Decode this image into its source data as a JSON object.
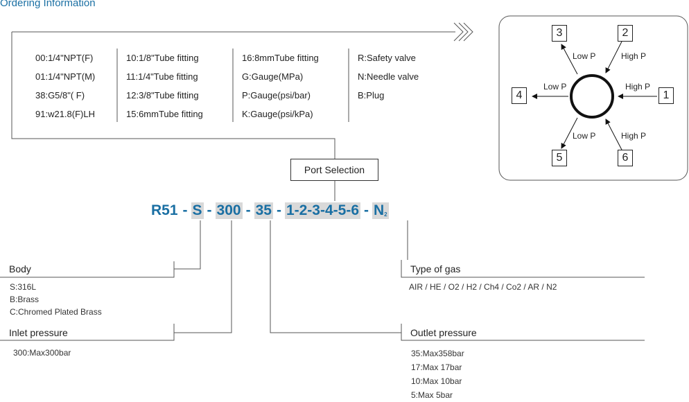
{
  "title": "Ordering Information",
  "port_options": {
    "col1": [
      "00:1/4\"NPT(F)",
      "01:1/4\"NPT(M)",
      "38:G5/8\"( F)",
      "91:w21.8(F)LH"
    ],
    "col2": [
      "10:1/8\"Tube fitting",
      "11:1/4\"Tube fitting",
      "12:3/8\"Tube fitting",
      "15:6mmTube fitting"
    ],
    "col3": [
      "16:8mmTube fitting",
      "G:Gauge(MPa)",
      "P:Gauge(psi/bar)",
      "K:Gauge(psi/kPa)"
    ],
    "col4": [
      "R:Safety valve",
      "N:Needle valve",
      "B:Plug"
    ]
  },
  "port_selection_label": "Port Selection",
  "code": {
    "base": "R51",
    "body": "S",
    "inlet": "300",
    "outlet": "35",
    "ports": "1-2-3-4-5-6",
    "gas": "N",
    "gas_sub": "2",
    "dash": "-"
  },
  "body": {
    "label": "Body",
    "options": [
      "S:316L",
      "B:Brass",
      "C:Chromed Plated Brass"
    ]
  },
  "inlet_pressure": {
    "label": "Inlet pressure",
    "options": [
      "300:Max300bar"
    ]
  },
  "type_of_gas": {
    "label": "Type of gas",
    "options": [
      "AIR / HE / O2  / H2  / Ch4 / Co2  / AR / N2"
    ]
  },
  "outlet_pressure": {
    "label": "Outlet pressure",
    "options": [
      "35:Max358bar",
      "17:Max 17bar",
      "10:Max 10bar",
      "5:Max 5bar"
    ]
  },
  "port_diagram": {
    "ports": [
      "1",
      "2",
      "3",
      "4",
      "5",
      "6"
    ],
    "labels": {
      "p1": "High P",
      "p2": "High P",
      "p3": "Low P",
      "p4": "Low P",
      "p5": "Low P",
      "p6": "High P"
    }
  }
}
